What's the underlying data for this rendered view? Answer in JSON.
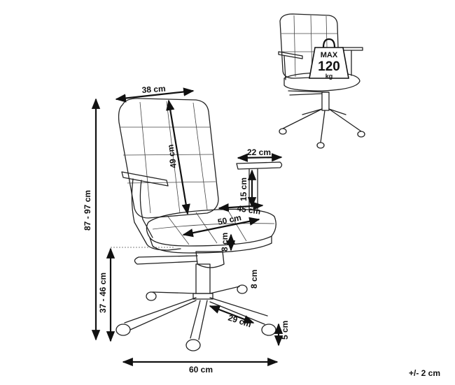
{
  "dimensions": {
    "seat_width_top": "38 cm",
    "backrest_height": "49 cm",
    "armrest_width": "22 cm",
    "armrest_height": "15 cm",
    "seat_depth_arm": "45 cm",
    "seat_depth": "50 cm",
    "seat_thickness": "8 cm",
    "gas_lift": "8 cm",
    "total_height": "87 - 97 cm",
    "seat_height": "37 - 46 cm",
    "leg_length": "29 cm",
    "wheel_height": "5 cm",
    "base_width": "60 cm"
  },
  "tolerance": "+/- 2 cm",
  "weight_badge": {
    "top": "MAX",
    "value": "120",
    "unit": "kg"
  }
}
